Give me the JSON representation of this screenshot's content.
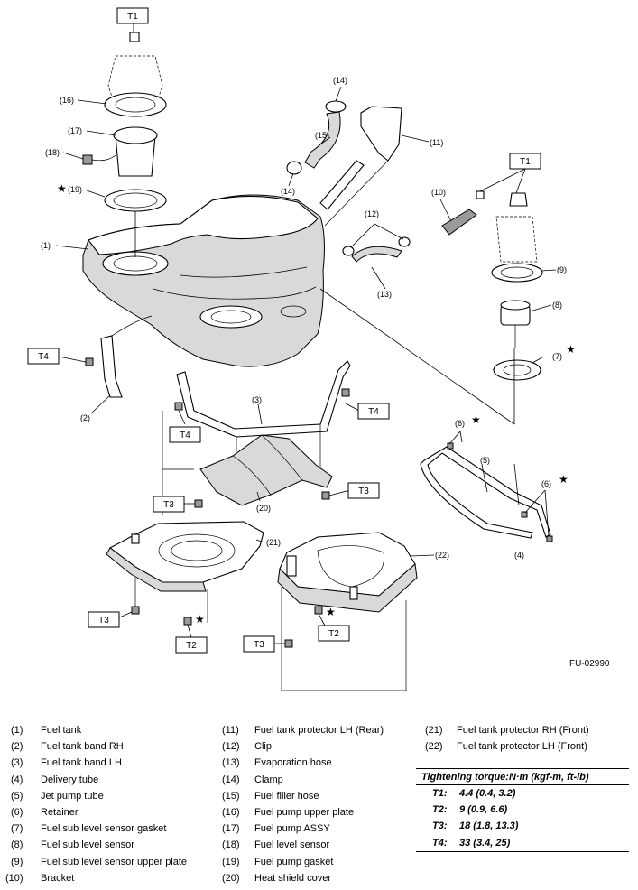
{
  "figure": {
    "id": "FU-02990",
    "callouts": [
      "(1)",
      "(2)",
      "(3)",
      "(4)",
      "(5)",
      "(6)",
      "(6)",
      "(7)",
      "(8)",
      "(9)",
      "(10)",
      "(11)",
      "(12)",
      "(13)",
      "(14)",
      "(14)",
      "(15)",
      "(16)",
      "(17)",
      "(18)",
      "(19)",
      "(20)",
      "(21)",
      "(22)"
    ],
    "torque_tags": [
      "T1",
      "T1",
      "T2",
      "T2",
      "T3",
      "T3",
      "T3",
      "T3",
      "T4",
      "T4",
      "T4"
    ],
    "star_mark": "★"
  },
  "legend": {
    "col1": [
      {
        "num": "(1)",
        "name": "Fuel tank"
      },
      {
        "num": "(2)",
        "name": "Fuel tank band RH"
      },
      {
        "num": "(3)",
        "name": "Fuel tank band LH"
      },
      {
        "num": "(4)",
        "name": "Delivery tube"
      },
      {
        "num": "(5)",
        "name": "Jet pump tube"
      },
      {
        "num": "(6)",
        "name": "Retainer"
      },
      {
        "num": "(7)",
        "name": "Fuel sub level sensor gasket"
      },
      {
        "num": "(8)",
        "name": "Fuel sub level sensor"
      },
      {
        "num": "(9)",
        "name": "Fuel sub level sensor upper plate"
      },
      {
        "num": "(10)",
        "name": "Bracket"
      }
    ],
    "col2": [
      {
        "num": "(11)",
        "name": "Fuel tank protector LH (Rear)"
      },
      {
        "num": "(12)",
        "name": "Clip"
      },
      {
        "num": "(13)",
        "name": "Evaporation hose"
      },
      {
        "num": "(14)",
        "name": "Clamp"
      },
      {
        "num": "(15)",
        "name": "Fuel filler hose"
      },
      {
        "num": "(16)",
        "name": "Fuel pump upper plate"
      },
      {
        "num": "(17)",
        "name": "Fuel pump ASSY"
      },
      {
        "num": "(18)",
        "name": "Fuel level sensor"
      },
      {
        "num": "(19)",
        "name": "Fuel pump gasket"
      },
      {
        "num": "(20)",
        "name": "Heat shield cover"
      }
    ],
    "col3": [
      {
        "num": "(21)",
        "name": "Fuel tank protector RH (Front)"
      },
      {
        "num": "(22)",
        "name": "Fuel tank protector LH (Front)"
      }
    ]
  },
  "torque": {
    "title": "Tightening torque:N·m (kgf-m, ft-lb)",
    "rows": [
      {
        "code": "T1:",
        "value": "4.4 (0.4, 3.2)"
      },
      {
        "code": "T2:",
        "value": "9 (0.9, 6.6)"
      },
      {
        "code": "T3:",
        "value": "18 (1.8, 13.3)"
      },
      {
        "code": "T4:",
        "value": "33 (3.4, 25)"
      }
    ]
  }
}
